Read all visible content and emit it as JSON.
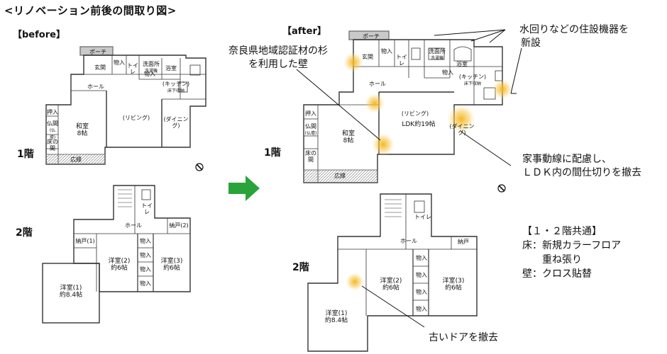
{
  "title": "<リノベーション前後の間取り図>",
  "before": {
    "label": "【before】",
    "floor1": "1階",
    "floor2": "2階",
    "rooms1": {
      "porch": "ポーチ",
      "entrance": "玄関",
      "storage": "物入",
      "toilet": "トイレ",
      "washroom": "洗面所",
      "washroom_note": "洗濯機",
      "bath": "浴室",
      "kitchen": "(キッチン)",
      "underfloor": "床下収納",
      "hall": "ホール",
      "oshiire": "押入",
      "butsuma": "仏間",
      "butsuma_note": "(仏壇)",
      "tokonoma": "床の間",
      "washitsu": "和室",
      "washitsu_size": "8帖",
      "living": "(リビング)",
      "dining": "(ダイニング)",
      "engawa": "広縁"
    },
    "rooms2": {
      "hall": "ホール",
      "toilet": "トイレ",
      "nando1": "納戸(1)",
      "nando2": "納戸(2)",
      "yoshitsu1": "洋室(1)",
      "yoshitsu1_size": "約8.4帖",
      "yoshitsu2": "洋室(2)",
      "yoshitsu2_size": "約6帖",
      "yoshitsu3": "洋室(3)",
      "yoshitsu3_size": "約6帖",
      "storage": "物入"
    }
  },
  "after": {
    "label": "【after】",
    "floor1": "1階",
    "floor2": "2階",
    "rooms1": {
      "porch": "ポーチ",
      "entrance": "玄関",
      "storage": "物入",
      "toilet": "トイレ",
      "washroom": "洗面所",
      "washroom_note": "洗濯機",
      "bath": "浴室",
      "kitchen": "(キッチン)",
      "underfloor": "床下収納",
      "hall": "ホール",
      "oshiire": "押入",
      "butsuma": "仏間",
      "butsuma_note": "(仏壇)",
      "tokonoma": "床の間",
      "washitsu": "和室",
      "washitsu_size": "8帖",
      "living": "(リビング)",
      "ldk": "LDK約19帖",
      "dining": "(ダイニング)",
      "engawa": "広縁"
    },
    "rooms2": {
      "hall": "ホール",
      "toilet": "トイレ",
      "nando": "納戸",
      "yoshitsu1": "洋室(1)",
      "yoshitsu1_size": "約8.4帖",
      "yoshitsu2": "洋室(2)",
      "yoshitsu2_size": "約6帖",
      "yoshitsu3": "洋室(3)",
      "yoshitsu3_size": "約6帖",
      "storage": "物入"
    }
  },
  "annotations": {
    "equipment_line1": "水回りなどの住設機器を",
    "equipment_line2": "新設",
    "wall_line1": "奈良県地域認証材の杉",
    "wall_line2": "を利用した壁",
    "housework_line1": "家事動線に配慮し、",
    "housework_line2": "ＬＤＫ内の間仕切りを撤去",
    "door": "古いドアを撤去"
  },
  "common": {
    "heading": "【１・２階共通】",
    "floor_line1": "床：新規カラーフロア",
    "floor_line2": "重ね張り",
    "wall": "壁：クロス貼替"
  },
  "colors": {
    "arrow": "#2aa43a",
    "highlight": "#f6b21a",
    "wall": "#333333",
    "veranda": "#bbbbbb"
  },
  "icons": [
    "compass-icon",
    "right-arrow-icon"
  ]
}
